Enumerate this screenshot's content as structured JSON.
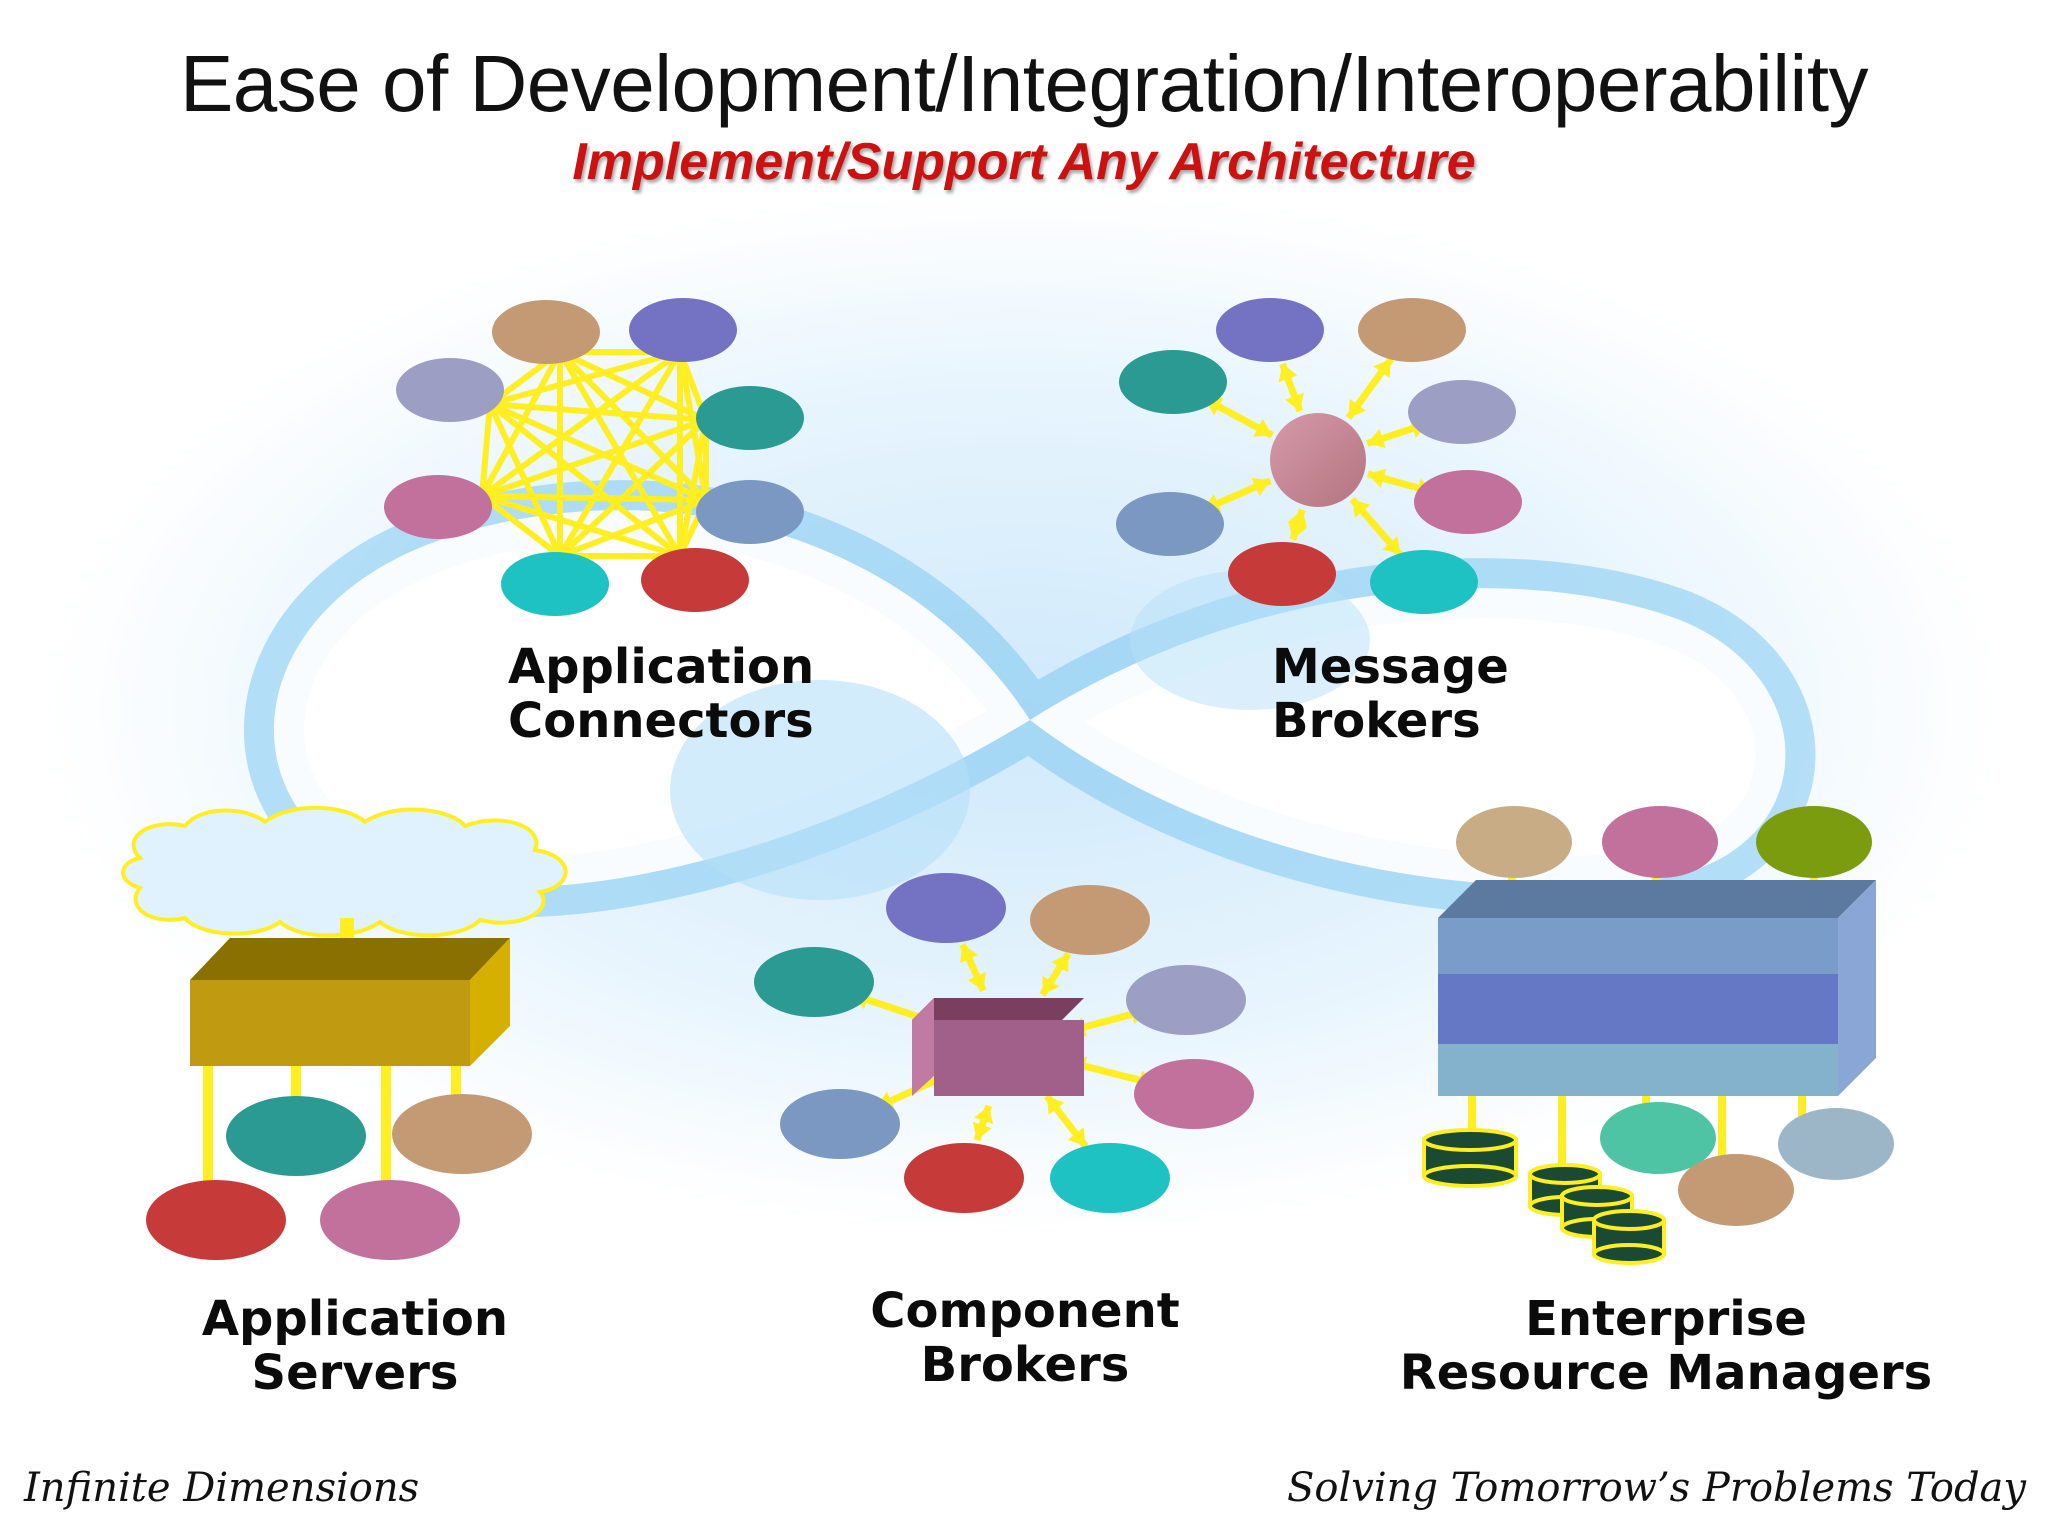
{
  "header": {
    "title": "Ease of Development/Integration/Interoperability",
    "subtitle": "Implement/Support Any Architecture"
  },
  "sections": {
    "application_connectors": {
      "line1": "Application",
      "line2": "Connectors"
    },
    "message_brokers": {
      "line1": "Message",
      "line2": "Brokers"
    },
    "application_servers": {
      "line1": "Application",
      "line2": "Servers"
    },
    "component_brokers": {
      "line1": "Component",
      "line2": "Brokers"
    },
    "enterprise_resource_managers": {
      "line1": "Enterprise",
      "line2": "Resource Managers"
    }
  },
  "footer": {
    "left": "Infinite Dimensions",
    "right": "Solving Tomorrow’s Problems Today"
  },
  "colors": {
    "connector": "#ffee22",
    "background_glow": "#7fc8f0",
    "node_tan": "#c49a74",
    "node_purple": "#7472c2",
    "node_lavender": "#9c9ec4",
    "node_teal": "#2a9a92",
    "node_pink": "#c2709c",
    "node_steel": "#7a98c2",
    "node_cyan": "#1ec2c2",
    "node_red": "#c63a3a",
    "node_green": "#7a9c0e",
    "server_box": "#c09a10",
    "component_box": "#a0608a",
    "hub": "#c88a98",
    "erm_band_top": "#7a9cc8",
    "erm_band_mid": "#6478c6",
    "erm_band_bottom": "#84b2cc",
    "database": "#1a4a32"
  }
}
